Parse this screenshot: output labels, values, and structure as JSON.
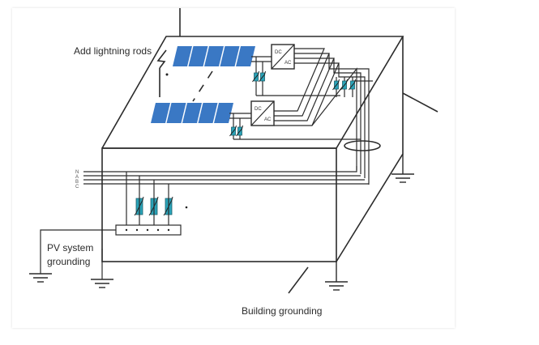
{
  "labels": {
    "lightning_rods": "Add lightning rods",
    "pv_grounding_line1": "PV system",
    "pv_grounding_line2": "grounding",
    "building_grounding": "Building grounding"
  },
  "inverter": {
    "dc": "DC",
    "ac": "AC"
  },
  "bus_lines": [
    "N",
    "A",
    "B",
    "C"
  ],
  "colors": {
    "panel": "#3a78c4",
    "arrester": "#2aa3b8",
    "line": "#2b2b2b"
  }
}
